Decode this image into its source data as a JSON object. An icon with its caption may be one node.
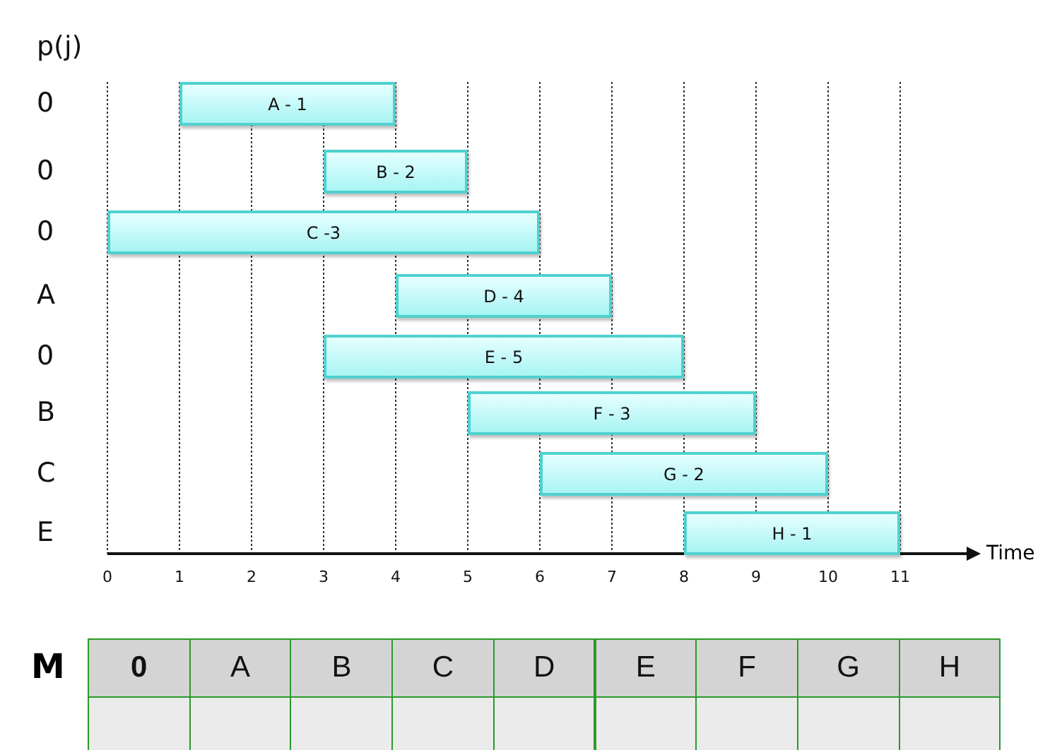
{
  "diagram": {
    "nodes": [
      {
        "text": [
          "A - 1"
        ]
      },
      {
        "text": [
          "B - 2"
        ]
      },
      {
        "text": [
          "C -3"
        ]
      },
      {
        "text": [
          "D - 4"
        ]
      },
      {
        "text": [
          "E - 5"
        ]
      },
      {
        "text": [
          "F - 3"
        ]
      },
      {
        "text": [
          "G - 2"
        ]
      },
      {
        "text": [
          "H - 1"
        ]
      }
    ],
    "labels": [
      "p(j)",
      "0",
      "0",
      "0",
      "A",
      "0",
      "B",
      "C",
      "E",
      "0",
      "1",
      "2",
      "3",
      "4",
      "5",
      "6",
      "7",
      "8",
      "9",
      "10",
      "11",
      "Time",
      "M",
      "0",
      "A",
      "B",
      "C",
      "D",
      "E",
      "F",
      "G",
      "H"
    ]
  }
}
